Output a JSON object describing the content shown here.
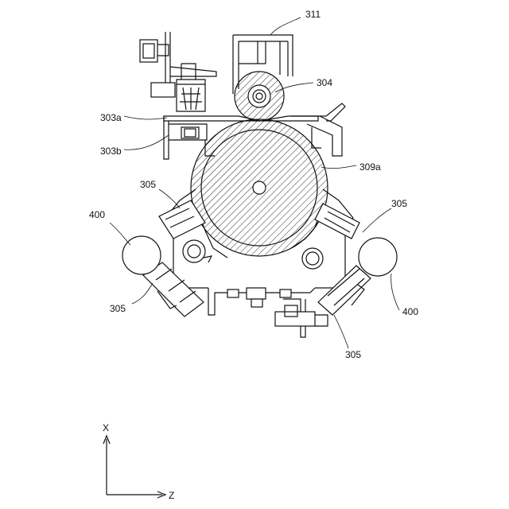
{
  "labels": {
    "l311": "311",
    "l304": "304",
    "l303a": "303a",
    "l303b": "303b",
    "l309a": "309a",
    "l305_ul": "305",
    "l305_ur": "305",
    "l305_ll": "305",
    "l305_lr": "305",
    "l400_l": "400",
    "l400_r": "400"
  },
  "axes": {
    "x_label": "X",
    "z_label": "Z"
  }
}
